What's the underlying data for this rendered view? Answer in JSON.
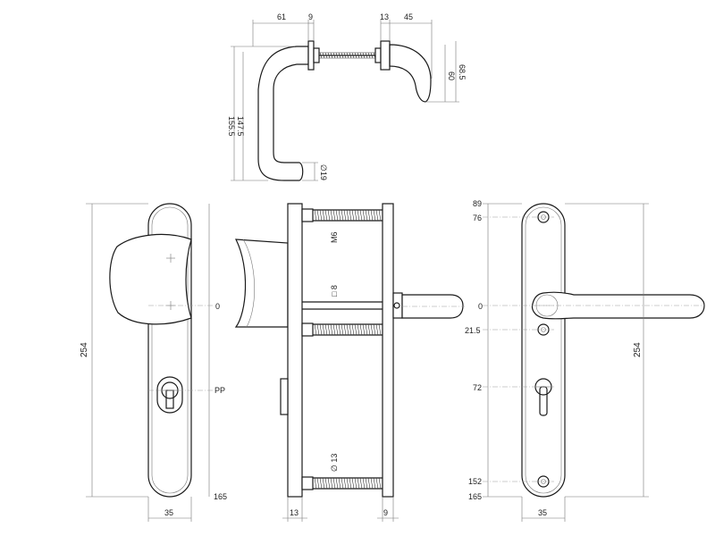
{
  "top_view": {
    "dim_61": "61",
    "dim_9_left": "9",
    "dim_13": "13",
    "dim_45": "45",
    "dim_155_5": "155.5",
    "dim_147_5": "147.5",
    "dim_60": "60",
    "dim_68_5": "68.5",
    "dim_d19": "∅19"
  },
  "front_view_left": {
    "dim_254": "254",
    "label_0": "0",
    "label_pp": "PP",
    "label_165": "165",
    "dim_35": "35"
  },
  "side_view": {
    "label_m6": "M6",
    "label_sq8": "□ 8",
    "label_d13": "∅ 13",
    "dim_13": "13",
    "dim_9": "9"
  },
  "front_view_right": {
    "label_89": "89",
    "label_76": "76",
    "label_0": "0",
    "label_21_5": "21.5",
    "label_72": "72",
    "label_152": "152",
    "label_165": "165",
    "dim_254": "254",
    "dim_35": "35"
  }
}
